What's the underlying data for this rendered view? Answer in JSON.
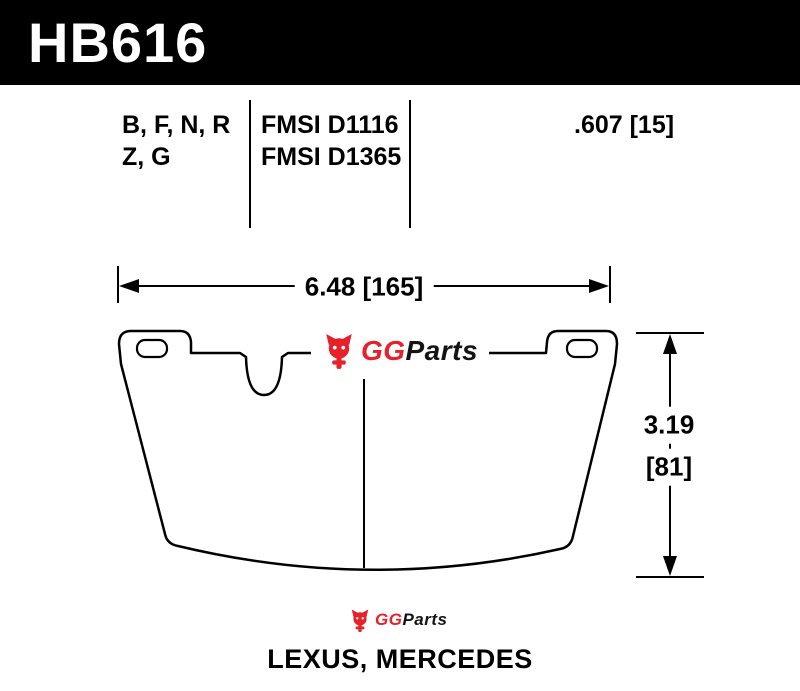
{
  "header": {
    "part_number": "HB616"
  },
  "spec_table": {
    "rows": [
      {
        "compounds": "B, F, N, R",
        "fmsi": "FMSI D1116"
      },
      {
        "compounds": "Z, G",
        "fmsi": "FMSI D1365"
      }
    ],
    "pad_thickness": ".607 [15]"
  },
  "dimensions": {
    "width_label": "6.48 [165]",
    "height_inches": "3.19",
    "height_mm": "[81]"
  },
  "watermark": {
    "gg": "GG",
    "parts": "Parts"
  },
  "footer": {
    "applications": "LEXUS, MERCEDES"
  },
  "colors": {
    "logo_red": "#e62129",
    "line_black": "#000000"
  }
}
